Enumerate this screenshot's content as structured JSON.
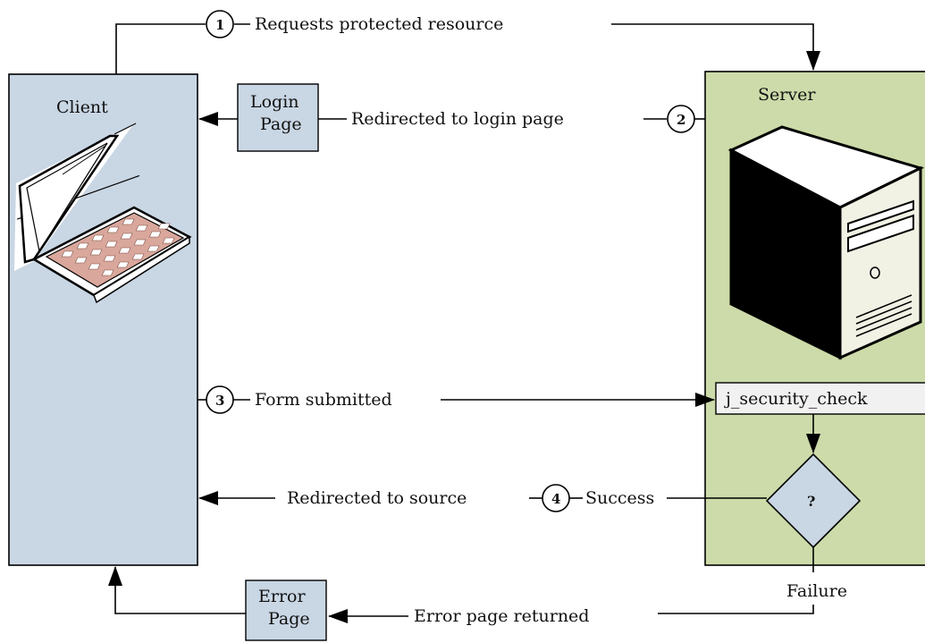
{
  "client": {
    "title": "Client",
    "fill": "#c9d6e4"
  },
  "server": {
    "title": "Server",
    "fill": "#ccdba9"
  },
  "pages": {
    "login": {
      "line1": "Login",
      "line2": "Page"
    },
    "error": {
      "line1": "Error",
      "line2": "Page"
    }
  },
  "security_check": {
    "label": "j_security_check"
  },
  "decision": {
    "label": "?"
  },
  "steps": [
    {
      "number": "1",
      "label": "Requests protected resource"
    },
    {
      "number": "2",
      "label": "Redirected to login page"
    },
    {
      "number": "3",
      "label": "Form submitted"
    },
    {
      "number": "4",
      "label": "Success"
    }
  ],
  "labels": {
    "redirected_to_source": "Redirected to source",
    "failure": "Failure",
    "error_page_returned": "Error page returned"
  },
  "colors": {
    "page_box": "#c9d6e4",
    "keyboard": "#d9a79c",
    "line": "#000000"
  }
}
